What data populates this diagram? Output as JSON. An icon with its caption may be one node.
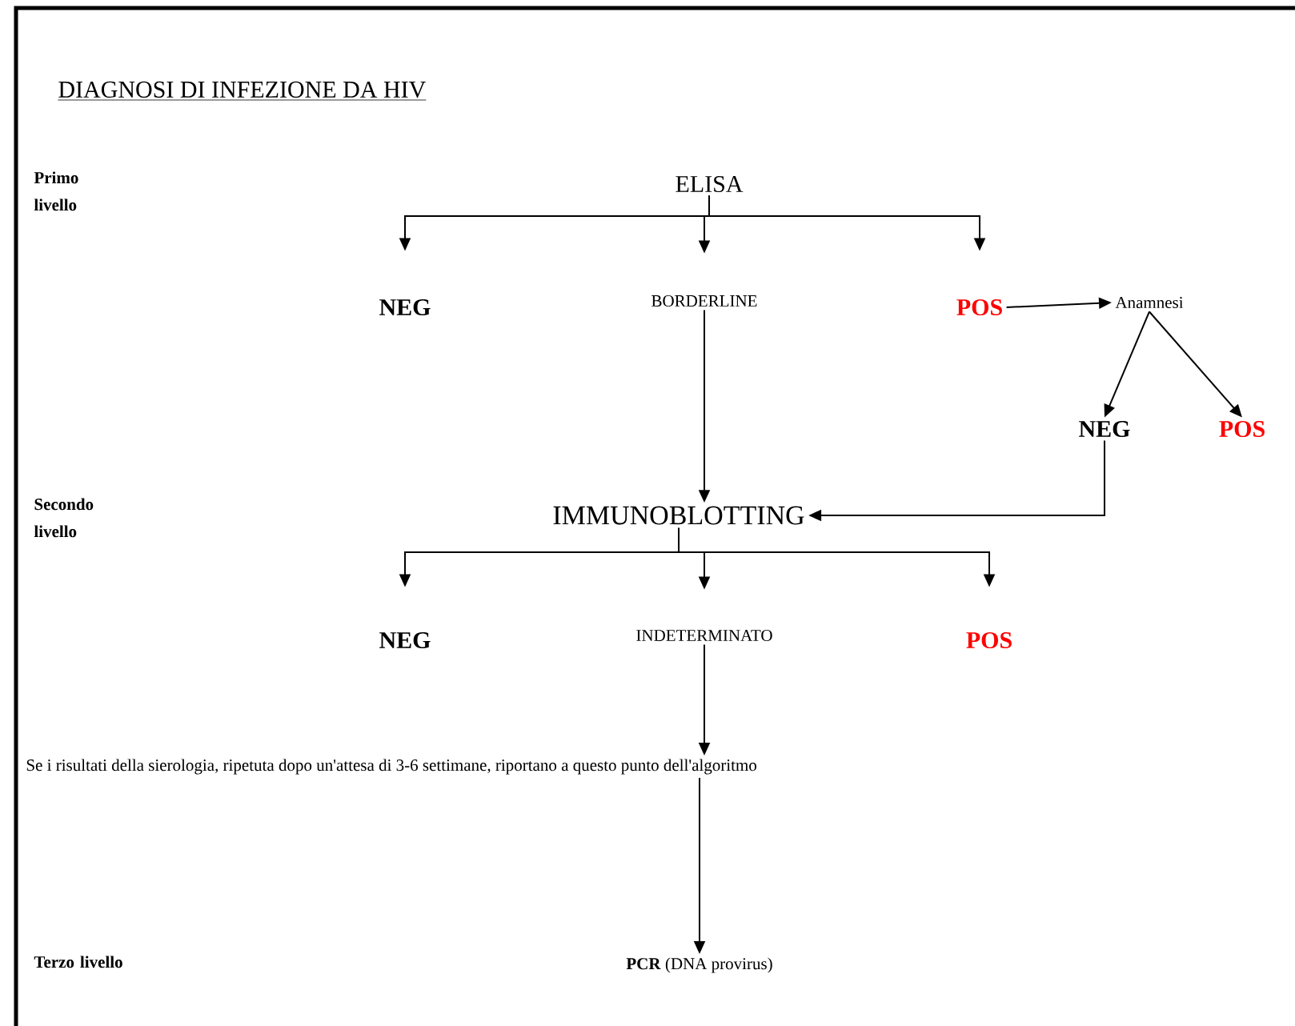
{
  "diagram": {
    "title": "DIAGNOSI DI INFEZIONE DA HIV",
    "nodes": [
      {
        "text": [
          "ELISA"
        ]
      },
      {
        "text": [
          "NEG"
        ]
      },
      {
        "text": [
          "BORDERLINE"
        ]
      },
      {
        "text": [
          "POS"
        ]
      },
      {
        "text": [
          "Anamnesi"
        ]
      },
      {
        "text": [
          "NEG"
        ]
      },
      {
        "text": [
          "POS"
        ]
      },
      {
        "text": [
          "IMMUNOBLOTTING"
        ]
      },
      {
        "text": [
          "NEG"
        ]
      },
      {
        "text": [
          "INDETERMINATO"
        ]
      },
      {
        "text": [
          "POS"
        ]
      },
      {
        "text": [
          "Se i risultati della sierologia, ripetuta dopo un'attesa di 3-6 settimane, riportano a questo punto dell'algoritmo"
        ]
      },
      {
        "text": [
          "**PCR** (DNA provirus)"
        ]
      }
    ],
    "edges": [
      {
        "from": 0,
        "to": 1,
        "arrow": "to"
      },
      {
        "from": 0,
        "to": 2,
        "arrow": "to"
      },
      {
        "from": 0,
        "to": 3,
        "arrow": "to"
      },
      {
        "from": 3,
        "to": 4,
        "arrow": "to"
      },
      {
        "from": 4,
        "to": 5,
        "arrow": "to"
      },
      {
        "from": 4,
        "to": 6,
        "arrow": "to"
      },
      {
        "from": 2,
        "to": 7,
        "arrow": "to"
      },
      {
        "from": 5,
        "to": 7,
        "arrow": "to"
      },
      {
        "from": 7,
        "to": 8,
        "arrow": "to"
      },
      {
        "from": 7,
        "to": 9,
        "arrow": "to"
      },
      {
        "from": 7,
        "to": 10,
        "arrow": "to"
      },
      {
        "from": 9,
        "to": 11,
        "arrow": "to"
      },
      {
        "from": 11,
        "to": 12,
        "arrow": "to"
      }
    ],
    "labels": [
      "Primo livello",
      "Secondo livello",
      "Terzo livello"
    ]
  }
}
